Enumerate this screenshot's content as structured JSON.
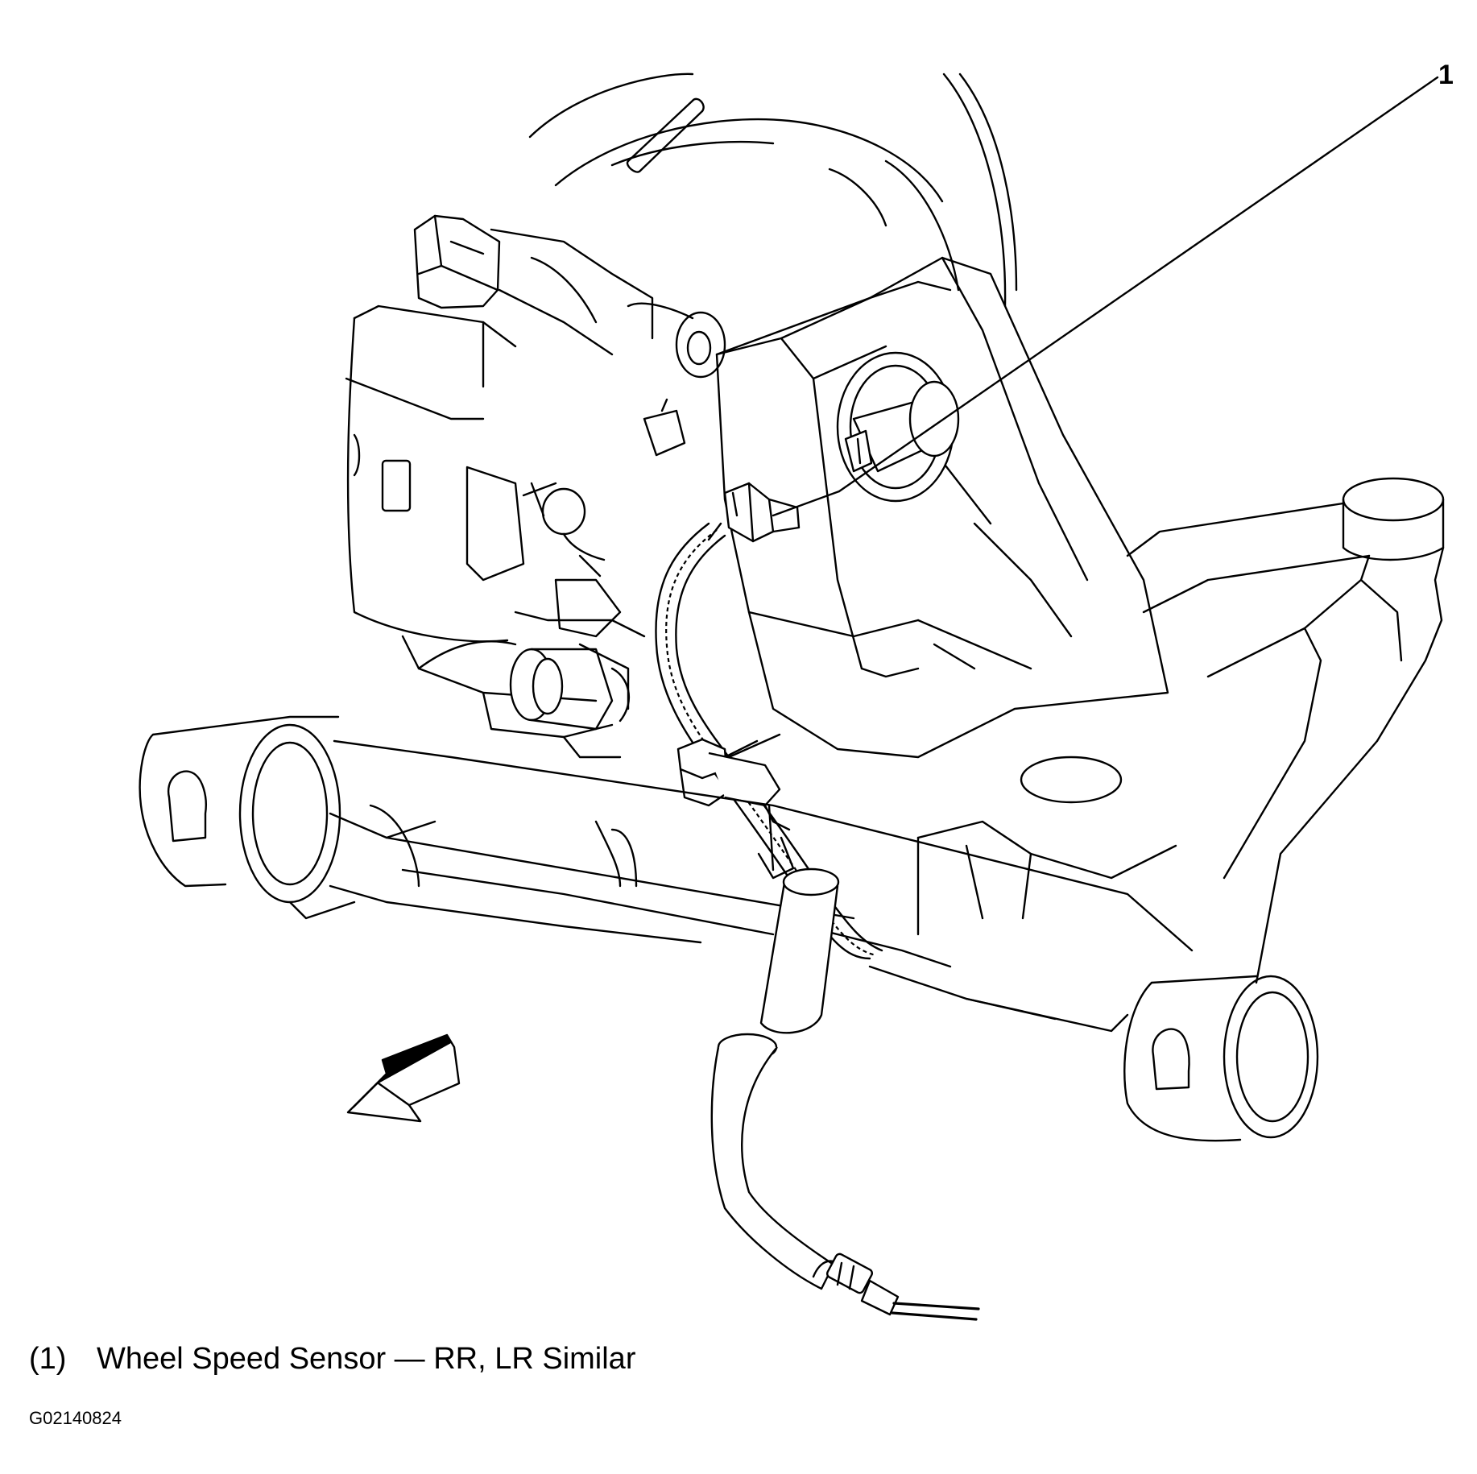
{
  "callout": {
    "number": "1"
  },
  "caption": {
    "number": "(1)",
    "text": "Wheel Speed Sensor — RR, LR Similar"
  },
  "figure_id": "G02140824",
  "icons": {
    "direction_arrow": "front-direction-arrow-icon"
  }
}
